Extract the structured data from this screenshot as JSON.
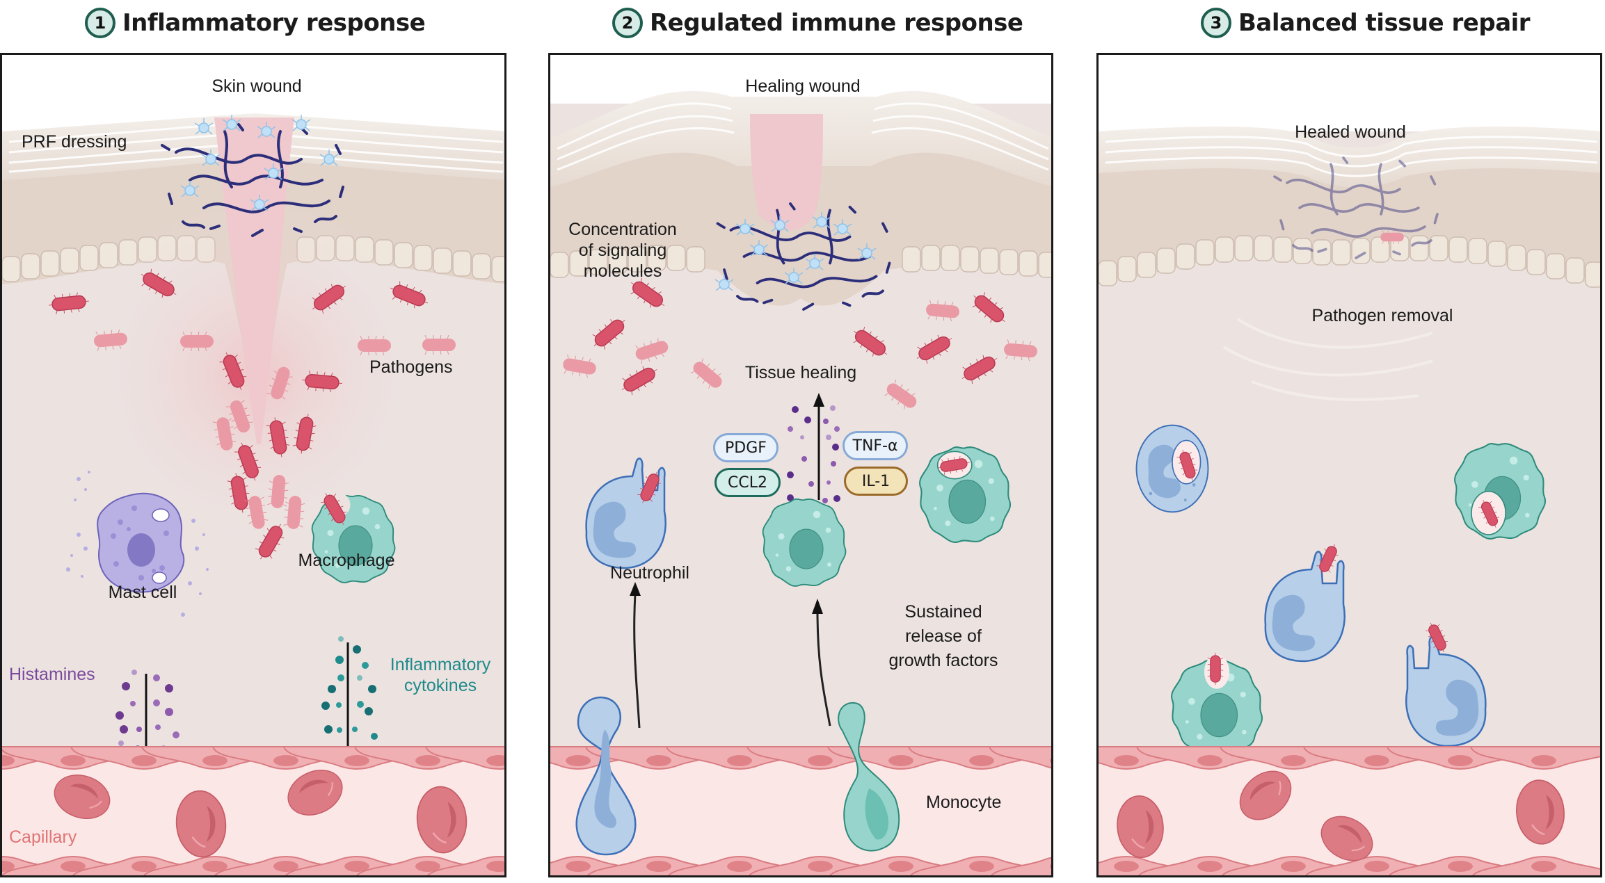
{
  "panels": [
    {
      "number": "1",
      "title": "Inflammatory response",
      "labels": {
        "wound": "Skin wound",
        "dressing": "PRF dressing",
        "pathogens": "Pathogens",
        "mast_cell": "Mast cell",
        "macrophage": "Macrophage",
        "histamines": "Histamines",
        "cytokines_line1": "Inflammatory",
        "cytokines_line2": "cytokines",
        "capillary": "Capillary"
      }
    },
    {
      "number": "2",
      "title": "Regulated immune response",
      "labels": {
        "wound": "Healing wound",
        "signaling_line1": "Concentration",
        "signaling_line2": "of signaling",
        "signaling_line3": "molecules",
        "tissue_healing": "Tissue healing",
        "neutrophil": "Neutrophil",
        "growth_line1": "Sustained",
        "growth_line2": "release of",
        "growth_line3": "growth factors",
        "monocyte": "Monocyte"
      },
      "molecules": [
        {
          "name": "PDGF",
          "style": "blue"
        },
        {
          "name": "CCL2",
          "style": "green"
        },
        {
          "name": "TNF-α",
          "style": "blue"
        },
        {
          "name": "IL-1",
          "style": "yellow"
        }
      ]
    },
    {
      "number": "3",
      "title": "Balanced tissue repair",
      "labels": {
        "wound": "Healed wound",
        "pathogen_removal": "Pathogen removal"
      }
    }
  ],
  "colors": {
    "histamine": "#7b4a9c",
    "cytokine": "#1f8a8a",
    "capillary": "#e07575",
    "number_ring": "#1f5e4f"
  }
}
